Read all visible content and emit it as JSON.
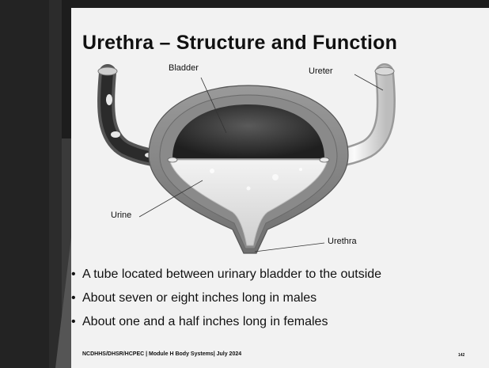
{
  "slide": {
    "title": "Urethra – Structure and Function",
    "figure": {
      "labels": {
        "bladder": "Bladder",
        "ureter": "Ureter",
        "urine": "Urine",
        "urethra": "Urethra"
      }
    },
    "bullets": [
      "A tube located between urinary bladder to the outside",
      "About seven or eight inches long in males",
      "About one and a half inches long in females"
    ],
    "footer": "NCDHHS/DHSR/HCPEC | Module H Body Systems| July 2024",
    "page_number": "142"
  }
}
